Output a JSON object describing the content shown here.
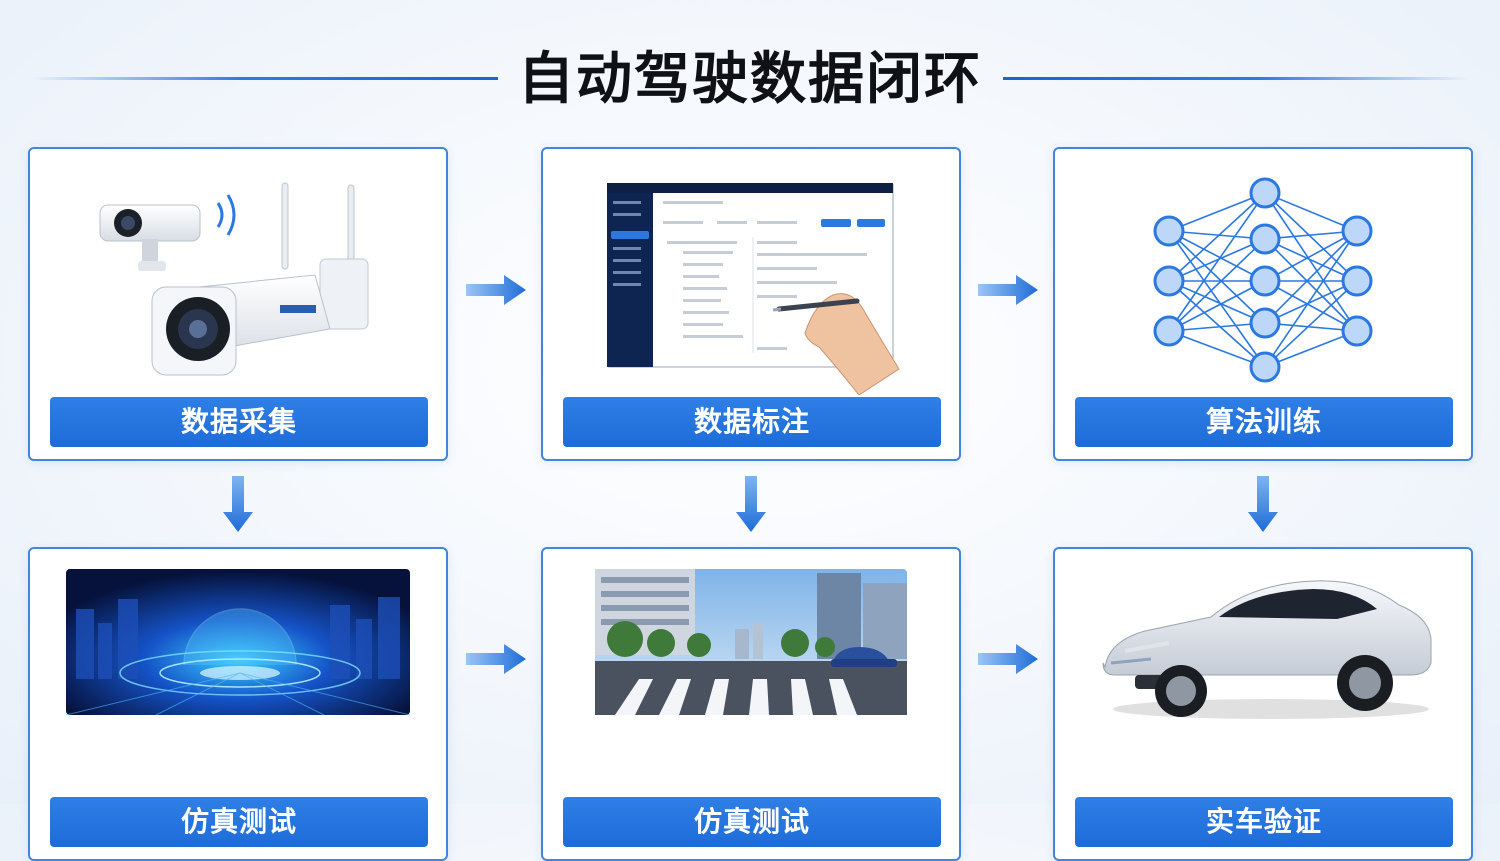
{
  "title": "自动驾驶数据闭环",
  "stages": [
    {
      "id": "collect",
      "label": "数据采集",
      "icon": "surveillance-camera-icon"
    },
    {
      "id": "annotate",
      "label": "数据标注",
      "icon": "annotation-dashboard-icon"
    },
    {
      "id": "train",
      "label": "算法训练",
      "icon": "neural-network-icon"
    },
    {
      "id": "simulate",
      "label": "仿真测试",
      "icon": "digital-city-globe-icon"
    },
    {
      "id": "road-sim",
      "label": "仿真测试",
      "icon": "city-road-crosswalk-icon"
    },
    {
      "id": "verify",
      "label": "实车验证",
      "icon": "electric-car-icon"
    }
  ],
  "colors": {
    "accent": "#1e6cd8",
    "border": "#3f86de",
    "title": "#0f1115",
    "node_fill": "#bcd7f7",
    "node_stroke": "#2a78e0"
  }
}
